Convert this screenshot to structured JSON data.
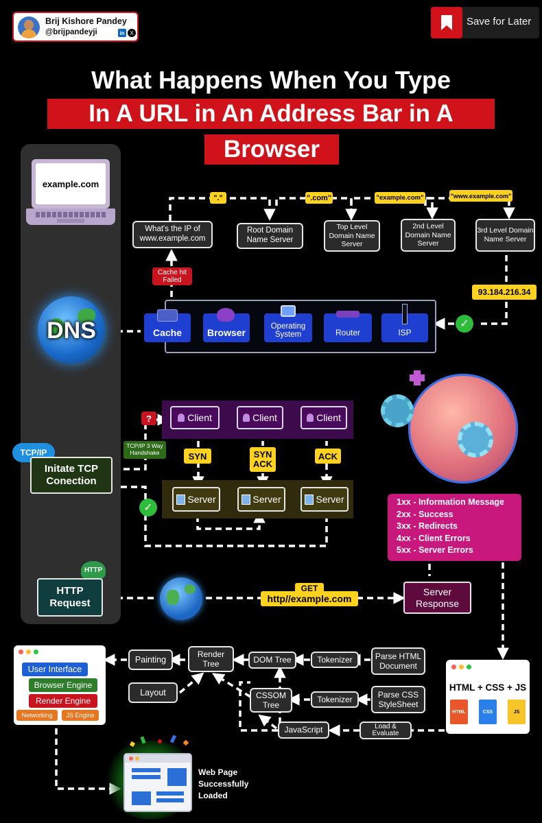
{
  "header": {
    "author_name": "Brij Kishore Pandey",
    "author_handle": "@brijpandeyji",
    "linkedin_glyph": "in",
    "x_glyph": "X",
    "save_label": "Save for Later"
  },
  "title": {
    "line1": "What Happens When You Type",
    "line2": "In A URL in An Address Bar in A",
    "line3": "Browser"
  },
  "laptop": {
    "url": "example.com"
  },
  "dns": {
    "label": "DNS",
    "query": "What's the IP of www.example.com",
    "cache_miss": "Cache hit Failed",
    "root_tag": "\".\"",
    "root_server": "Root Domain Name Server",
    "com_tag": "\".com\"",
    "tld_server": "Top Level Domain Name Server",
    "example_tag": "\"example.com\"",
    "second_server": "2nd Level Domain Name Server",
    "www_tag": "\"www.example.com\"",
    "third_server": "3rd Level Domain Name Server",
    "ip": "93.184.216.34",
    "cache_layers": [
      "Cache",
      "Browser",
      "Operating System",
      "Router",
      "ISP"
    ]
  },
  "tcp": {
    "badge": "TCP/IP",
    "box": "Initate TCP Conection",
    "question": "?",
    "handshake": "TCP/IP 3 Way Handshake",
    "client": "Client",
    "server": "Server",
    "steps": [
      "SYN",
      "SYN ACK",
      "ACK"
    ]
  },
  "http": {
    "badge": "HTTP",
    "box": "HTTP Request",
    "get_label": "GET",
    "get_url": "http//example.com",
    "response": "Server Response"
  },
  "status_codes": [
    "1xx - Information Message",
    "2xx - Success",
    "3xx - Redirects",
    "4xx - Client Errors",
    "5xx - Server Errors"
  ],
  "render": {
    "files_title": "HTML + CSS + JS",
    "file_icons": [
      "HTML",
      "CSS",
      "JS"
    ],
    "parse_html": "Parse HTML Document",
    "parse_css": "Parse CSS StyleSheet",
    "load_eval": "Load & Evaluate",
    "tokenizer": "Tokenizer",
    "dom_tree": "DOM Tree",
    "cssom_tree": "CSSOM Tree",
    "javascript": "JavaScript",
    "render_tree": "Render Tree",
    "painting": "Painting",
    "layout": "Layout"
  },
  "browser": {
    "user_interface": "User Interface",
    "browser_engine": "Browser Engine",
    "render_engine": "Render Engine",
    "networking": "Networking",
    "js_engine": "JS Engine"
  },
  "final": {
    "message": "Web Page Successfully Loaded"
  },
  "colors": {
    "background": "#000000",
    "accent_red": "#d0121b",
    "highlight_yellow": "#ffd21f",
    "status_magenta": "#c8187e",
    "dns_blue": "#1f3fd1",
    "check_green": "#2ebd3a"
  }
}
